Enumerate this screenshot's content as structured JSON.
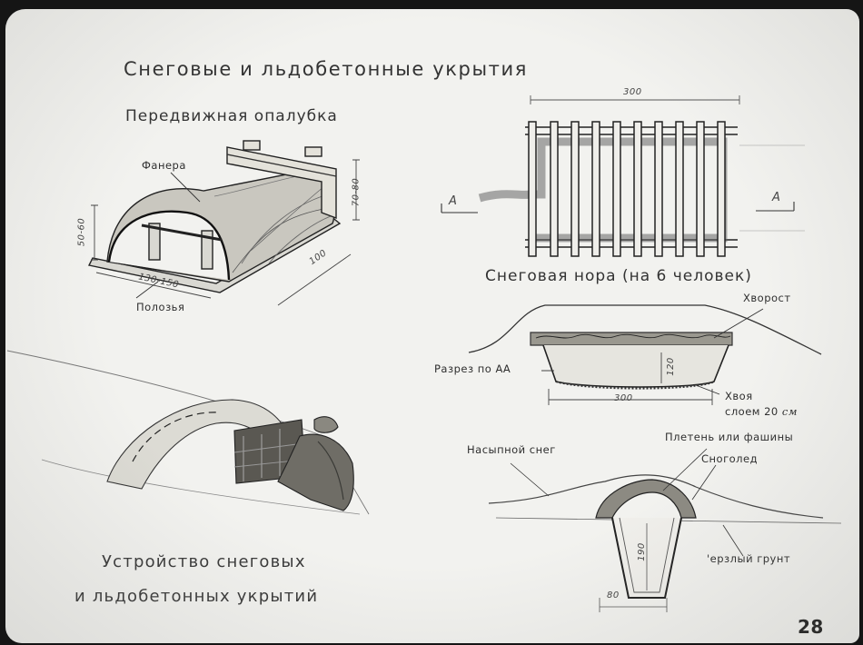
{
  "page": {
    "title": "Снеговые и льдобетонные укрытия",
    "page_number": "28"
  },
  "formwork": {
    "title": "Передвижная опалубка",
    "plywood_label": "Фанера",
    "runners_label": "Полозья",
    "dim_height": "50-60",
    "dim_side": "70-80",
    "dim_width": "130-150",
    "dim_length": "100"
  },
  "burrow": {
    "title": "Снеговая нора (на 6 человек)",
    "dim_top": "300",
    "section_marker_left": "A",
    "section_marker_right": "A",
    "brushwood_label": "Хворост",
    "section_label": "Разрез по АА",
    "dim_depth": "120",
    "dim_bottom": "300",
    "needles_label_line1": "Хвоя",
    "needles_label_line2": "слоем 20",
    "needles_unit": "см"
  },
  "trench": {
    "bulk_snow_label": "Насыпной снег",
    "wattle_label": "Плетень или фашины",
    "snow_ice_label": "Сноголед",
    "frozen_ground_label": "'ерзлый грунт",
    "dim_depth": "190",
    "dim_bottom": "80"
  },
  "scene": {
    "caption_line1": "Устройство снеговых",
    "caption_line2": "и льдобетонных укрытий"
  }
}
